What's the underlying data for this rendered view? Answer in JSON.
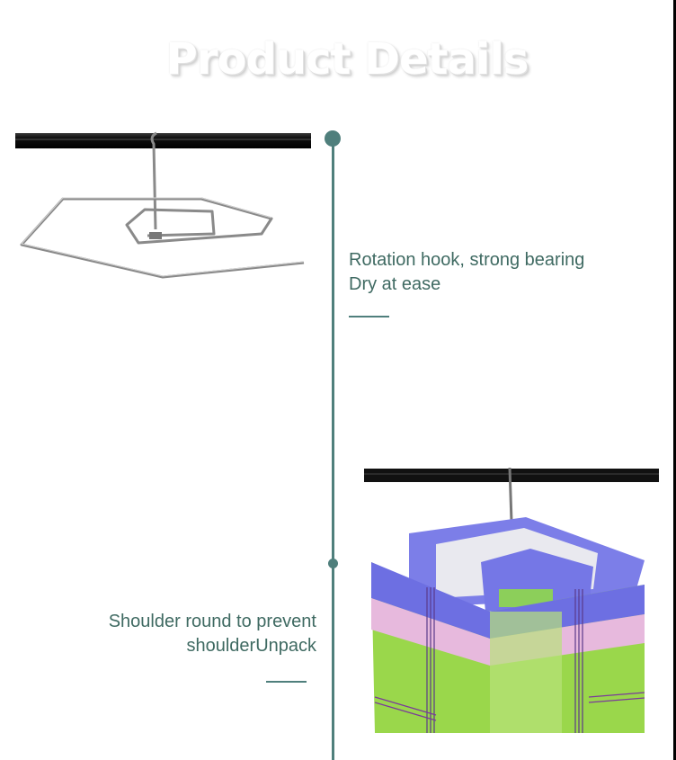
{
  "header": {
    "title": "Product Details"
  },
  "colors": {
    "accent": "#4f7f7c",
    "text": "#3f6a62",
    "edge": "#000000"
  },
  "features": [
    {
      "line1": "Rotation hook, strong bearing",
      "line2": "Dry at ease"
    },
    {
      "line1": "Shoulder round to prevent",
      "line2": "shoulderUnpack"
    }
  ],
  "images": [
    {
      "label": "Spiral hexagonal stainless steel hanger on black rod"
    },
    {
      "label": "Spiral hanger drying a plaid bedsheet"
    }
  ]
}
